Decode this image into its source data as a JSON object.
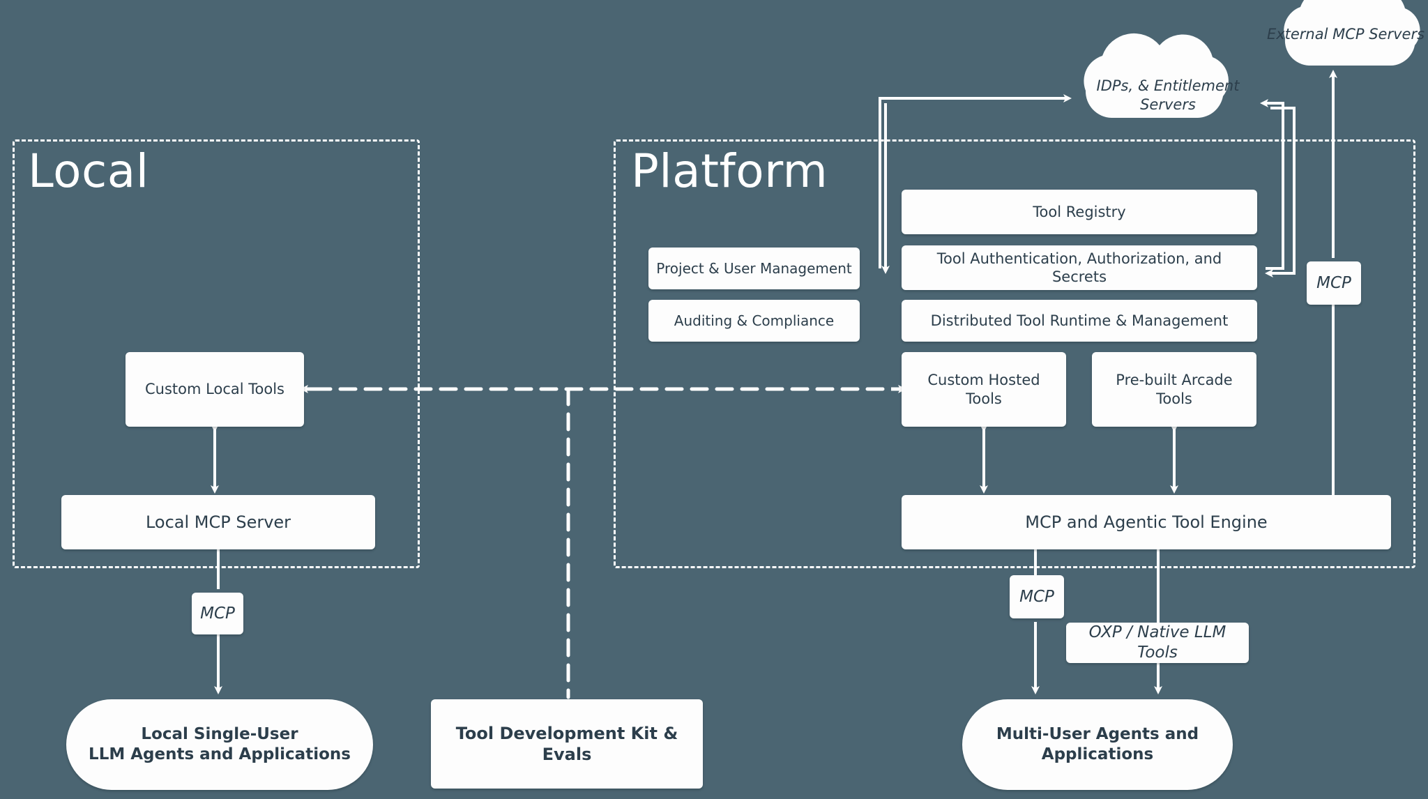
{
  "colors": {
    "background": "#4b6572",
    "node_fill": "#fdfdfd",
    "node_text": "#2c3e4b",
    "stroke": "#ffffff"
  },
  "panels": [
    {
      "name": "local",
      "title": "Local"
    },
    {
      "name": "platform",
      "title": "Platform"
    }
  ],
  "clouds": [
    {
      "name": "external-mcp-servers",
      "label": "External MCP Servers"
    },
    {
      "name": "idps-entitlement-servers",
      "label": "IDPs, & Entitlement Servers"
    }
  ],
  "local": {
    "custom_local_tools": "Custom Local Tools",
    "local_mcp_server": "Local MCP Server",
    "mcp_tag": "MCP",
    "agents": "Local Single-User\nLLM Agents and Applications",
    "agents_line1": "Local Single-User",
    "agents_line2": "LLM Agents and Applications"
  },
  "platform": {
    "project_user_management": "Project & User Management",
    "auditing_compliance": "Auditing & Compliance",
    "tool_registry": "Tool Registry",
    "tool_auth": "Tool Authentication, Authorization, and Secrets",
    "distributed_runtime": "Distributed Tool Runtime & Management",
    "custom_hosted_tools": "Custom Hosted Tools",
    "prebuilt_arcade_tools": "Pre-built Arcade Tools",
    "engine": "MCP and Agentic Tool Engine",
    "mcp_tag_right": "MCP",
    "mcp_tag_bottom": "MCP",
    "oxp_tag": "OXP / Native LLM Tools",
    "agents_line1": "Multi-User Agents and",
    "agents_line2": "Applications"
  },
  "middle": {
    "tool_development_kit": "Tool Development Kit & Evals"
  }
}
